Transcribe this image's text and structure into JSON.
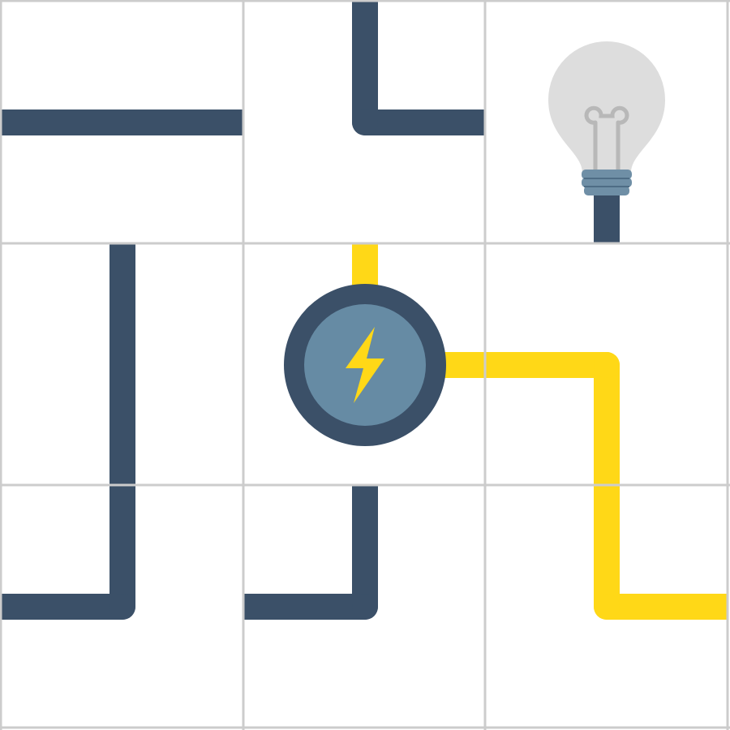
{
  "game": {
    "grid": {
      "rows": 3,
      "cols": 3
    },
    "colors": {
      "background": "#ffffff",
      "grid_line": "#cccccc",
      "wire_unpowered": "#3b5068",
      "wire_powered": "#ffd817",
      "source_ring": "#3b5068",
      "source_core": "#668ba4",
      "bolt": "#ffd817",
      "bulb_glass": "#dddddd",
      "bulb_filament": "#b8b8b8",
      "bulb_base": "#6f8fa6"
    },
    "tiles": [
      {
        "row": 0,
        "col": 0,
        "piece": "straight",
        "connects": [
          "left",
          "right"
        ],
        "powered": false
      },
      {
        "row": 0,
        "col": 1,
        "piece": "corner",
        "connects": [
          "top",
          "right"
        ],
        "powered": false
      },
      {
        "row": 0,
        "col": 2,
        "piece": "bulb",
        "connects": [
          "bottom"
        ],
        "powered": false,
        "lit": false
      },
      {
        "row": 1,
        "col": 0,
        "piece": "straight",
        "connects": [
          "top",
          "bottom"
        ],
        "powered": false
      },
      {
        "row": 1,
        "col": 1,
        "piece": "source",
        "connects": [
          "top",
          "right"
        ],
        "powered": true,
        "icon": "lightning-bolt-icon"
      },
      {
        "row": 1,
        "col": 2,
        "piece": "corner",
        "connects": [
          "left",
          "bottom"
        ],
        "powered": true
      },
      {
        "row": 2,
        "col": 0,
        "piece": "corner",
        "connects": [
          "top",
          "left"
        ],
        "powered": false
      },
      {
        "row": 2,
        "col": 1,
        "piece": "corner",
        "connects": [
          "top",
          "left"
        ],
        "powered": false
      },
      {
        "row": 2,
        "col": 2,
        "piece": "corner",
        "connects": [
          "top",
          "right"
        ],
        "powered": true
      }
    ]
  }
}
